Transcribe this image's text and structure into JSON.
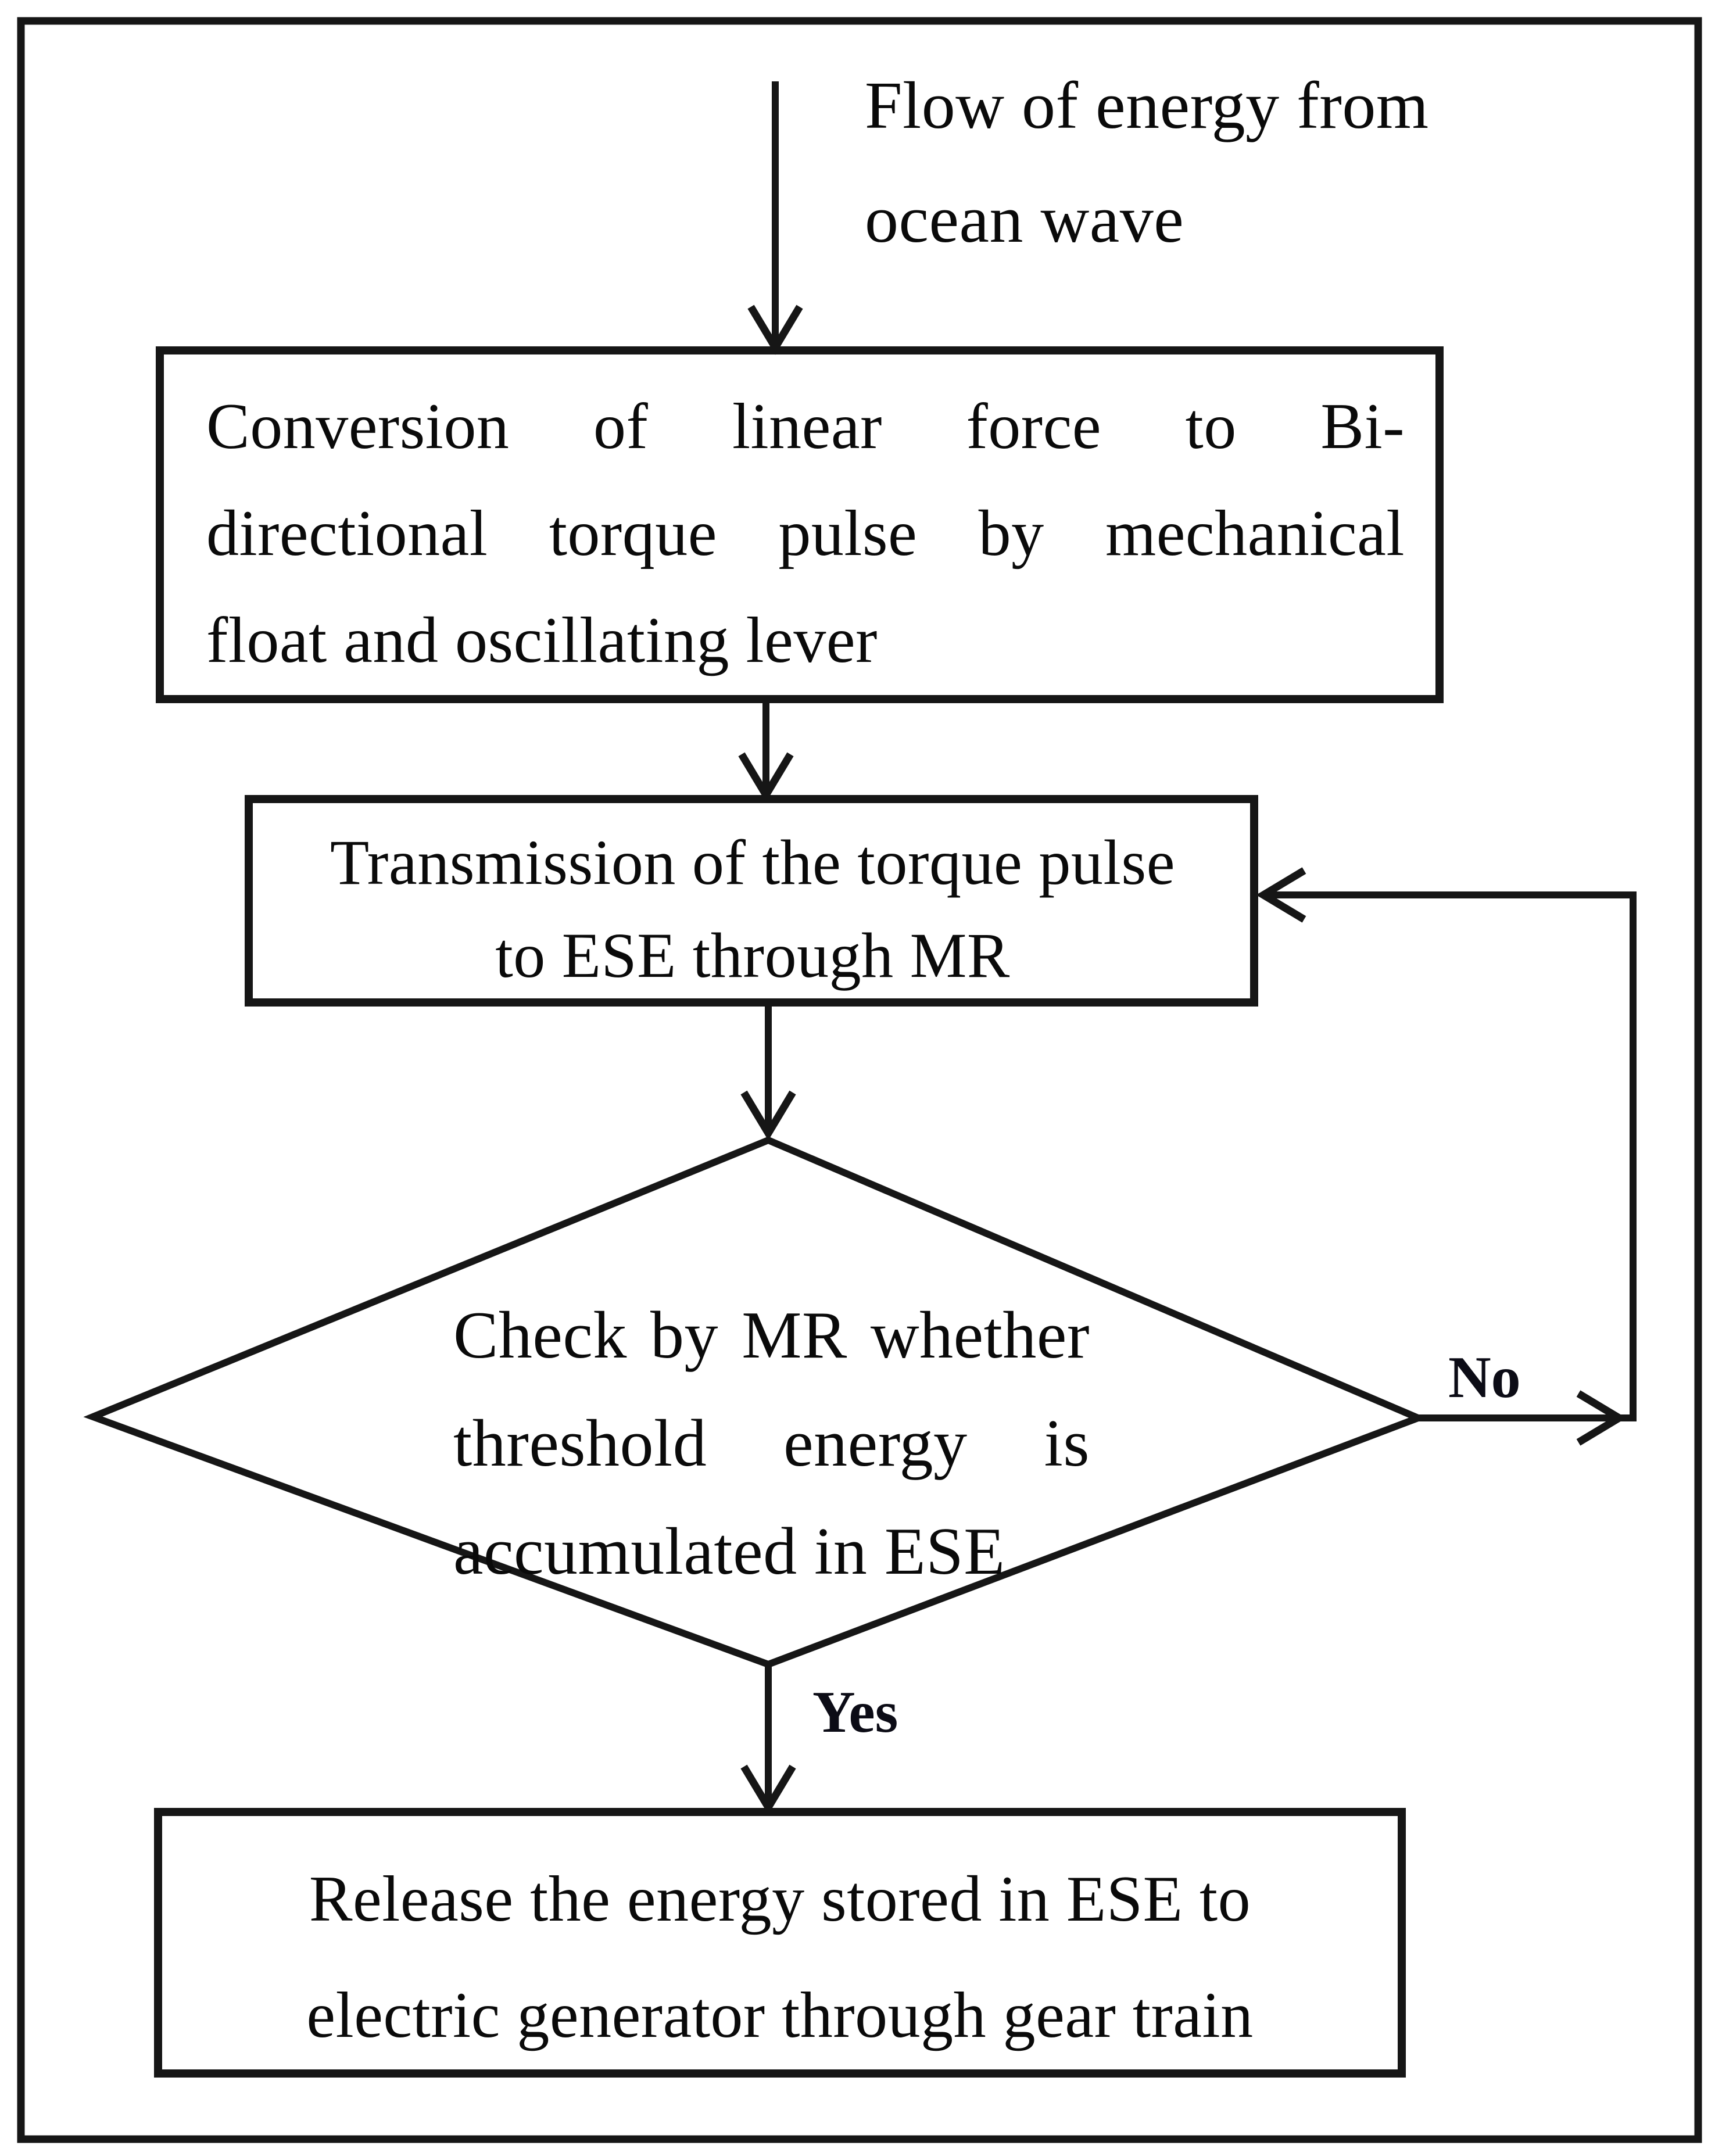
{
  "figure": {
    "top_label": {
      "line1": "Flow of energy from",
      "line2": "ocean wave"
    },
    "boxes": {
      "conversion": {
        "line1": "Conversion of linear force to Bi-",
        "line2": "directional torque pulse by mechanical",
        "line3": "float and oscillating lever"
      },
      "transmission": {
        "line1": "Transmission of the torque pulse",
        "line2": "to ESE through MR"
      },
      "release": {
        "line1": "Release the energy stored in ESE to",
        "line2": "electric generator through gear train"
      }
    },
    "decision": {
      "line1": "Check by MR whether",
      "line2": "threshold energy is",
      "line3": "accumulated in ESE"
    },
    "branch_labels": {
      "yes": "Yes",
      "no": "No"
    },
    "colors": {
      "ink": "#161616",
      "text": "#0a0a0a",
      "background": "#ffffff"
    }
  }
}
